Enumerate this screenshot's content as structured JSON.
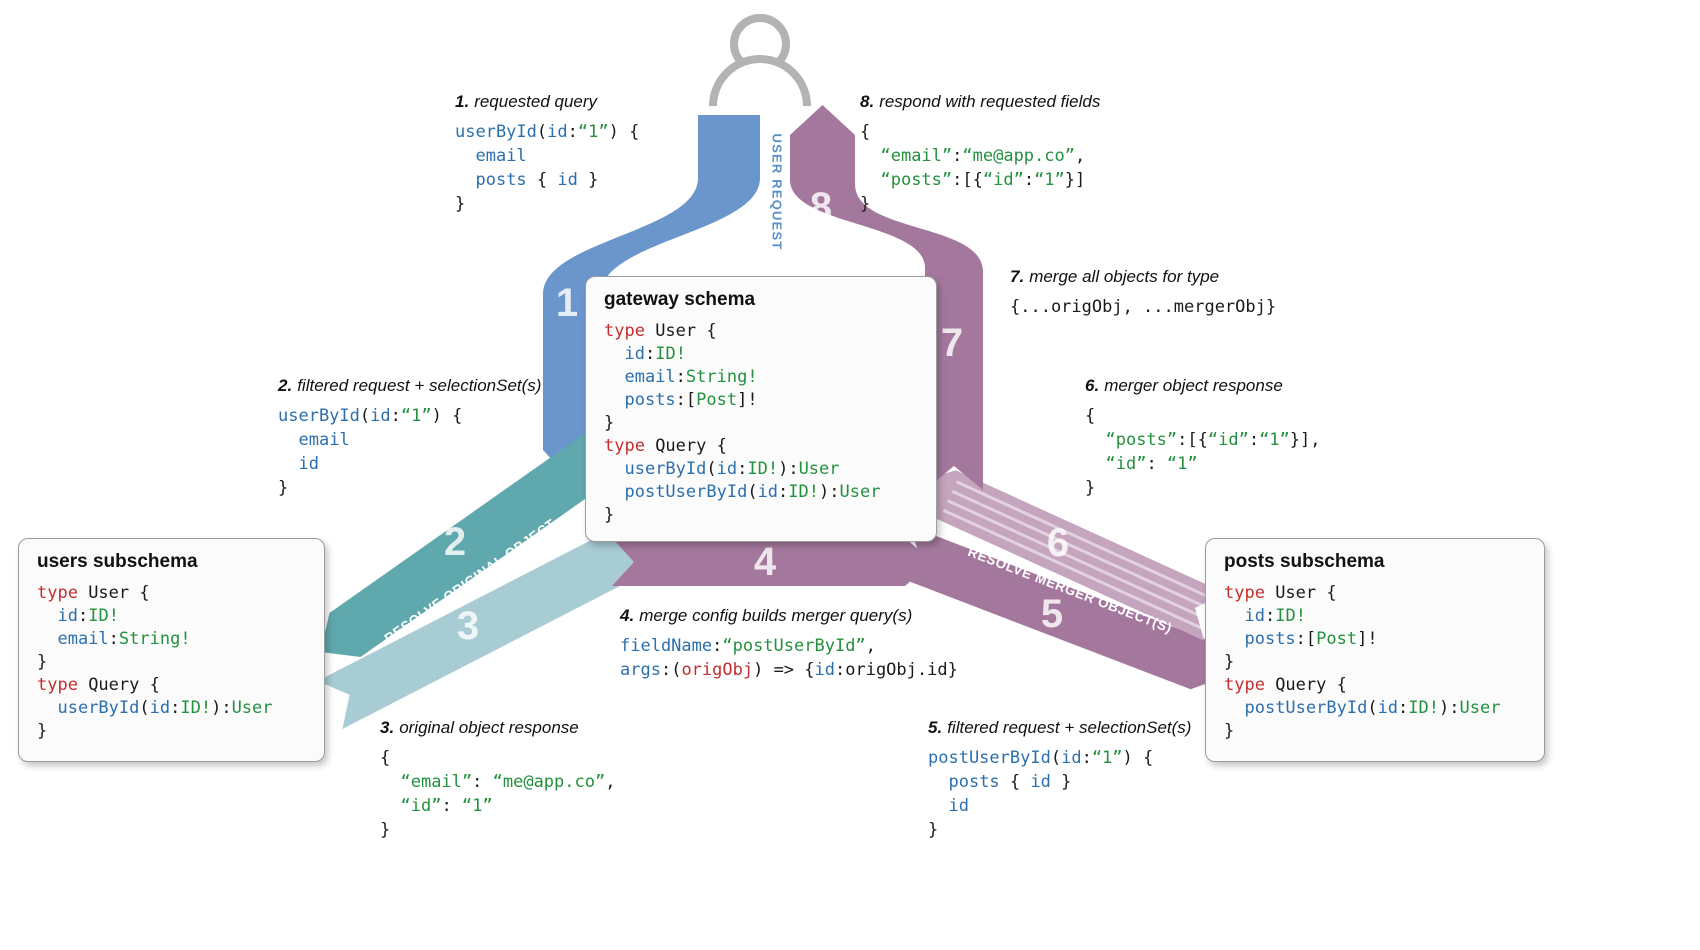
{
  "flow": {
    "user_request_label": "USER REQUEST",
    "resolve_original_label": "RESOLVE ORIGINAL OBJECT",
    "resolve_merger_label": "RESOLVE MERGER OBJECT(S)",
    "numbers": [
      "1",
      "2",
      "3",
      "4",
      "5",
      "6",
      "7",
      "8"
    ]
  },
  "colors": {
    "band_blue": "#6b96cc",
    "band_teal": "#5fa8ad",
    "band_teal_light": "#a7ccd3",
    "band_purple": "#a4789d",
    "band_purple_light": "#c5a4be",
    "user_request_text": "#5b8fc7",
    "person_gray": "#b3b3b3",
    "keyword_red": "#c22f2f",
    "field_blue": "#2c6fad",
    "type_green": "#23913d"
  },
  "boxes": {
    "gateway": {
      "title": "gateway schema",
      "code": [
        [
          [
            "k",
            "type"
          ],
          [
            "p",
            " User {"
          ]
        ],
        [
          [
            "p",
            "  "
          ],
          [
            "f",
            "id"
          ],
          [
            "p",
            ":"
          ],
          [
            "t",
            "ID!"
          ]
        ],
        [
          [
            "p",
            "  "
          ],
          [
            "f",
            "email"
          ],
          [
            "p",
            ":"
          ],
          [
            "t",
            "String!"
          ]
        ],
        [
          [
            "p",
            "  "
          ],
          [
            "f",
            "posts"
          ],
          [
            "p",
            ":["
          ],
          [
            "t",
            "Post"
          ],
          [
            "p",
            "]!"
          ]
        ],
        [
          [
            "p",
            "}"
          ]
        ],
        [
          [
            "k",
            "type"
          ],
          [
            "p",
            " Query {"
          ]
        ],
        [
          [
            "p",
            "  "
          ],
          [
            "f",
            "userById"
          ],
          [
            "p",
            "("
          ],
          [
            "f",
            "id"
          ],
          [
            "p",
            ":"
          ],
          [
            "t",
            "ID!"
          ],
          [
            "p",
            "):"
          ],
          [
            "t",
            "User"
          ]
        ],
        [
          [
            "p",
            "  "
          ],
          [
            "f",
            "postUserById"
          ],
          [
            "p",
            "("
          ],
          [
            "f",
            "id"
          ],
          [
            "p",
            ":"
          ],
          [
            "t",
            "ID!"
          ],
          [
            "p",
            "):"
          ],
          [
            "t",
            "User"
          ]
        ],
        [
          [
            "p",
            "}"
          ]
        ]
      ]
    },
    "users": {
      "title": "users subschema",
      "code": [
        [
          [
            "k",
            "type"
          ],
          [
            "p",
            " User {"
          ]
        ],
        [
          [
            "p",
            "  "
          ],
          [
            "f",
            "id"
          ],
          [
            "p",
            ":"
          ],
          [
            "t",
            "ID!"
          ]
        ],
        [
          [
            "p",
            "  "
          ],
          [
            "f",
            "email"
          ],
          [
            "p",
            ":"
          ],
          [
            "t",
            "String!"
          ]
        ],
        [
          [
            "p",
            "}"
          ]
        ],
        [
          [
            "k",
            "type"
          ],
          [
            "p",
            " Query {"
          ]
        ],
        [
          [
            "p",
            "  "
          ],
          [
            "f",
            "userById"
          ],
          [
            "p",
            "("
          ],
          [
            "f",
            "id"
          ],
          [
            "p",
            ":"
          ],
          [
            "t",
            "ID!"
          ],
          [
            "p",
            "):"
          ],
          [
            "t",
            "User"
          ]
        ],
        [
          [
            "p",
            "}"
          ]
        ]
      ]
    },
    "posts": {
      "title": "posts subschema",
      "code": [
        [
          [
            "k",
            "type"
          ],
          [
            "p",
            " User {"
          ]
        ],
        [
          [
            "p",
            "  "
          ],
          [
            "f",
            "id"
          ],
          [
            "p",
            ":"
          ],
          [
            "t",
            "ID!"
          ]
        ],
        [
          [
            "p",
            "  "
          ],
          [
            "f",
            "posts"
          ],
          [
            "p",
            ":["
          ],
          [
            "t",
            "Post"
          ],
          [
            "p",
            "]!"
          ]
        ],
        [
          [
            "p",
            "}"
          ]
        ],
        [
          [
            "k",
            "type"
          ],
          [
            "p",
            " Query {"
          ]
        ],
        [
          [
            "p",
            "  "
          ],
          [
            "f",
            "postUserById"
          ],
          [
            "p",
            "("
          ],
          [
            "f",
            "id"
          ],
          [
            "p",
            ":"
          ],
          [
            "t",
            "ID!"
          ],
          [
            "p",
            "):"
          ],
          [
            "t",
            "User"
          ]
        ],
        [
          [
            "p",
            "}"
          ]
        ]
      ]
    }
  },
  "annotations": [
    {
      "num": "1.",
      "title": "requested query",
      "code": [
        [
          [
            "f",
            "userById"
          ],
          [
            "p",
            "("
          ],
          [
            "f",
            "id"
          ],
          [
            "p",
            ":"
          ],
          [
            "s",
            "“1”"
          ],
          [
            "p",
            ") {"
          ]
        ],
        [
          [
            "p",
            "  "
          ],
          [
            "f",
            "email"
          ]
        ],
        [
          [
            "p",
            "  "
          ],
          [
            "f",
            "posts"
          ],
          [
            "p",
            " { "
          ],
          [
            "f",
            "id"
          ],
          [
            "p",
            " }"
          ]
        ],
        [
          [
            "p",
            "}"
          ]
        ]
      ]
    },
    {
      "num": "2.",
      "title": "filtered request + selectionSet(s)",
      "code": [
        [
          [
            "f",
            "userById"
          ],
          [
            "p",
            "("
          ],
          [
            "f",
            "id"
          ],
          [
            "p",
            ":"
          ],
          [
            "s",
            "“1”"
          ],
          [
            "p",
            ") {"
          ]
        ],
        [
          [
            "p",
            "  "
          ],
          [
            "f",
            "email"
          ]
        ],
        [
          [
            "p",
            "  "
          ],
          [
            "f",
            "id"
          ]
        ],
        [
          [
            "p",
            "}"
          ]
        ]
      ]
    },
    {
      "num": "3.",
      "title": "original object response",
      "code": [
        [
          [
            "p",
            "{"
          ]
        ],
        [
          [
            "p",
            "  "
          ],
          [
            "s",
            "“email”"
          ],
          [
            "p",
            ": "
          ],
          [
            "s",
            "“me@app.co”"
          ],
          [
            "p",
            ","
          ]
        ],
        [
          [
            "p",
            "  "
          ],
          [
            "s",
            "“id”"
          ],
          [
            "p",
            ": "
          ],
          [
            "s",
            "“1”"
          ]
        ],
        [
          [
            "p",
            "}"
          ]
        ]
      ]
    },
    {
      "num": "4.",
      "title": "merge config builds merger query(s)",
      "code": [
        [
          [
            "f",
            "fieldName"
          ],
          [
            "p",
            ":"
          ],
          [
            "s",
            "“postUserById”"
          ],
          [
            "p",
            ","
          ]
        ],
        [
          [
            "f",
            "args"
          ],
          [
            "p",
            ":("
          ],
          [
            "k",
            "origObj"
          ],
          [
            "p",
            ") => {"
          ],
          [
            "f",
            "id"
          ],
          [
            "p",
            ":origObj.id}"
          ]
        ]
      ]
    },
    {
      "num": "5.",
      "title": "filtered request + selectionSet(s)",
      "code": [
        [
          [
            "f",
            "postUserById"
          ],
          [
            "p",
            "("
          ],
          [
            "f",
            "id"
          ],
          [
            "p",
            ":"
          ],
          [
            "s",
            "“1”"
          ],
          [
            "p",
            ") {"
          ]
        ],
        [
          [
            "p",
            "  "
          ],
          [
            "f",
            "posts"
          ],
          [
            "p",
            " { "
          ],
          [
            "f",
            "id"
          ],
          [
            "p",
            " }"
          ]
        ],
        [
          [
            "p",
            "  "
          ],
          [
            "f",
            "id"
          ]
        ],
        [
          [
            "p",
            "}"
          ]
        ]
      ]
    },
    {
      "num": "6.",
      "title": "merger object response",
      "code": [
        [
          [
            "p",
            "{"
          ]
        ],
        [
          [
            "p",
            "  "
          ],
          [
            "s",
            "“posts”"
          ],
          [
            "p",
            ":[{"
          ],
          [
            "s",
            "“id”"
          ],
          [
            "p",
            ":"
          ],
          [
            "s",
            "“1”"
          ],
          [
            "p",
            "}],"
          ]
        ],
        [
          [
            "p",
            "  "
          ],
          [
            "s",
            "“id”"
          ],
          [
            "p",
            ": "
          ],
          [
            "s",
            "“1”"
          ]
        ],
        [
          [
            "p",
            "}"
          ]
        ]
      ]
    },
    {
      "num": "7.",
      "title": "merge all objects for type",
      "code": [
        [
          [
            "p",
            "{...origObj, ...mergerObj}"
          ]
        ]
      ]
    },
    {
      "num": "8.",
      "title": "respond with requested fields",
      "code": [
        [
          [
            "p",
            "{"
          ]
        ],
        [
          [
            "p",
            "  "
          ],
          [
            "s",
            "“email”"
          ],
          [
            "p",
            ":"
          ],
          [
            "s",
            "“me@app.co”"
          ],
          [
            "p",
            ","
          ]
        ],
        [
          [
            "p",
            "  "
          ],
          [
            "s",
            "“posts”"
          ],
          [
            "p",
            ":[{"
          ],
          [
            "s",
            "“id”"
          ],
          [
            "p",
            ":"
          ],
          [
            "s",
            "“1”"
          ],
          [
            "p",
            "}]"
          ]
        ],
        [
          [
            "p",
            "}"
          ]
        ]
      ]
    }
  ]
}
